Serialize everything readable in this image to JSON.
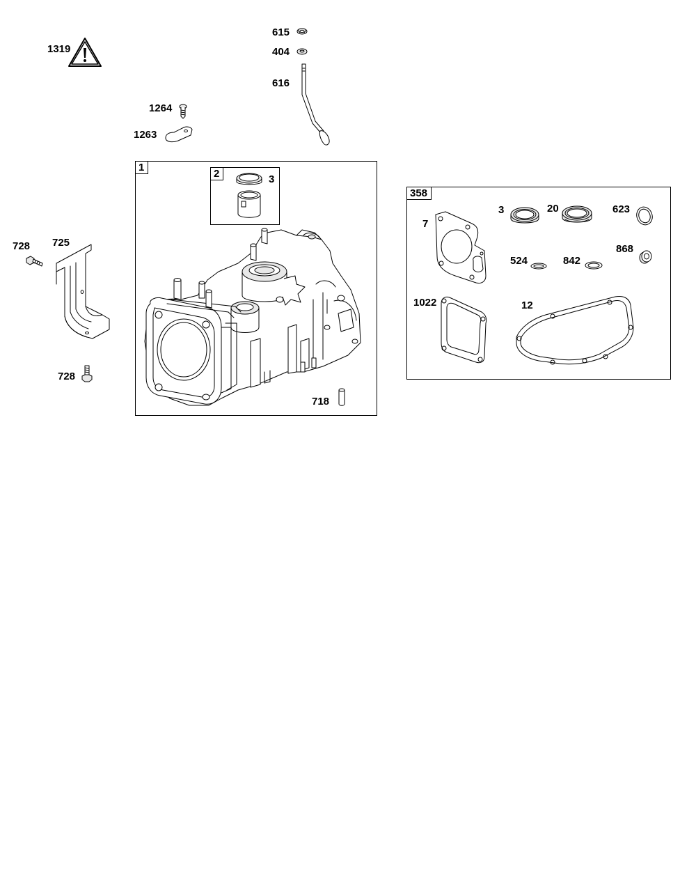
{
  "callouts": {
    "c1319": "1319",
    "c615": "615",
    "c404": "404",
    "c616": "616",
    "c1264": "1264",
    "c1263": "1263",
    "c728a": "728",
    "c725": "725",
    "c728b": "728",
    "c3a": "3",
    "c718": "718",
    "c7": "7",
    "c3b": "3",
    "c20": "20",
    "c623": "623",
    "c524": "524",
    "c842": "842",
    "c868": "868",
    "c1022": "1022",
    "c12": "12"
  },
  "boxes": {
    "cylinder_box": "1",
    "piston_box": "2",
    "gasket_set_box": "358"
  },
  "icons": {
    "warning": "warning-triangle-icon"
  }
}
